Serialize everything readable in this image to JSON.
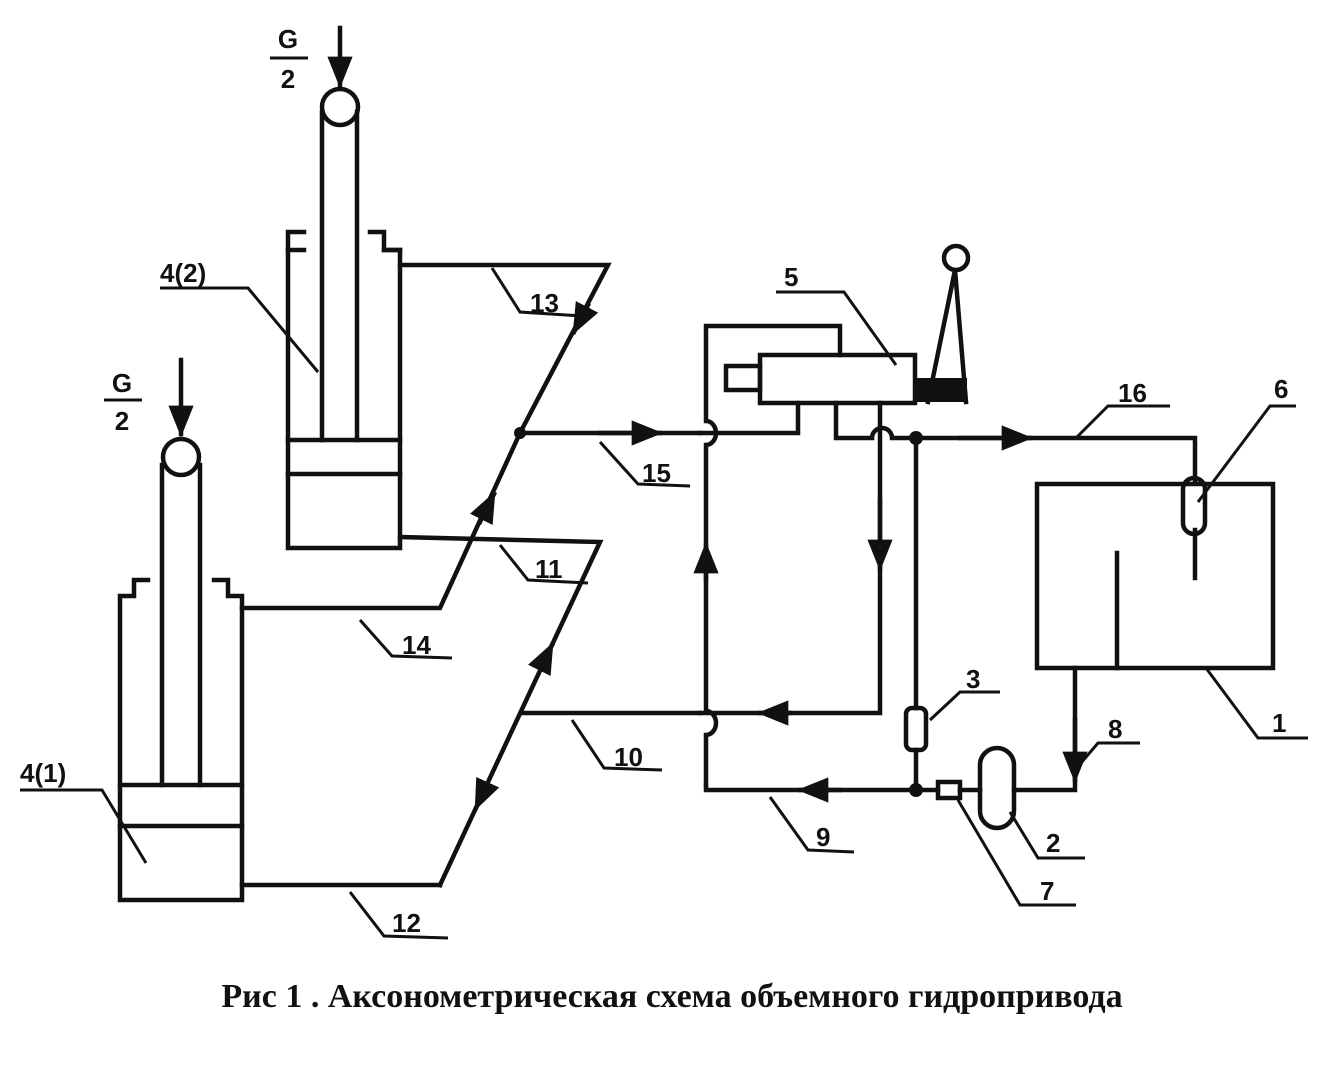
{
  "labels": {
    "load_top": "G",
    "load_bottom": "2",
    "cyl_upper": "4(2)",
    "cyl_lower": "4(1)",
    "n1": "1",
    "n2": "2",
    "n3": "3",
    "n5": "5",
    "n6": "6",
    "n7": "7",
    "n8": "8",
    "n9": "9",
    "n10": "10",
    "n11": "11",
    "n12": "12",
    "n13": "13",
    "n14": "14",
    "n15": "15",
    "n16": "16"
  },
  "caption": "Рис 1 . Аксонометрическая схема объемного гидропривода"
}
